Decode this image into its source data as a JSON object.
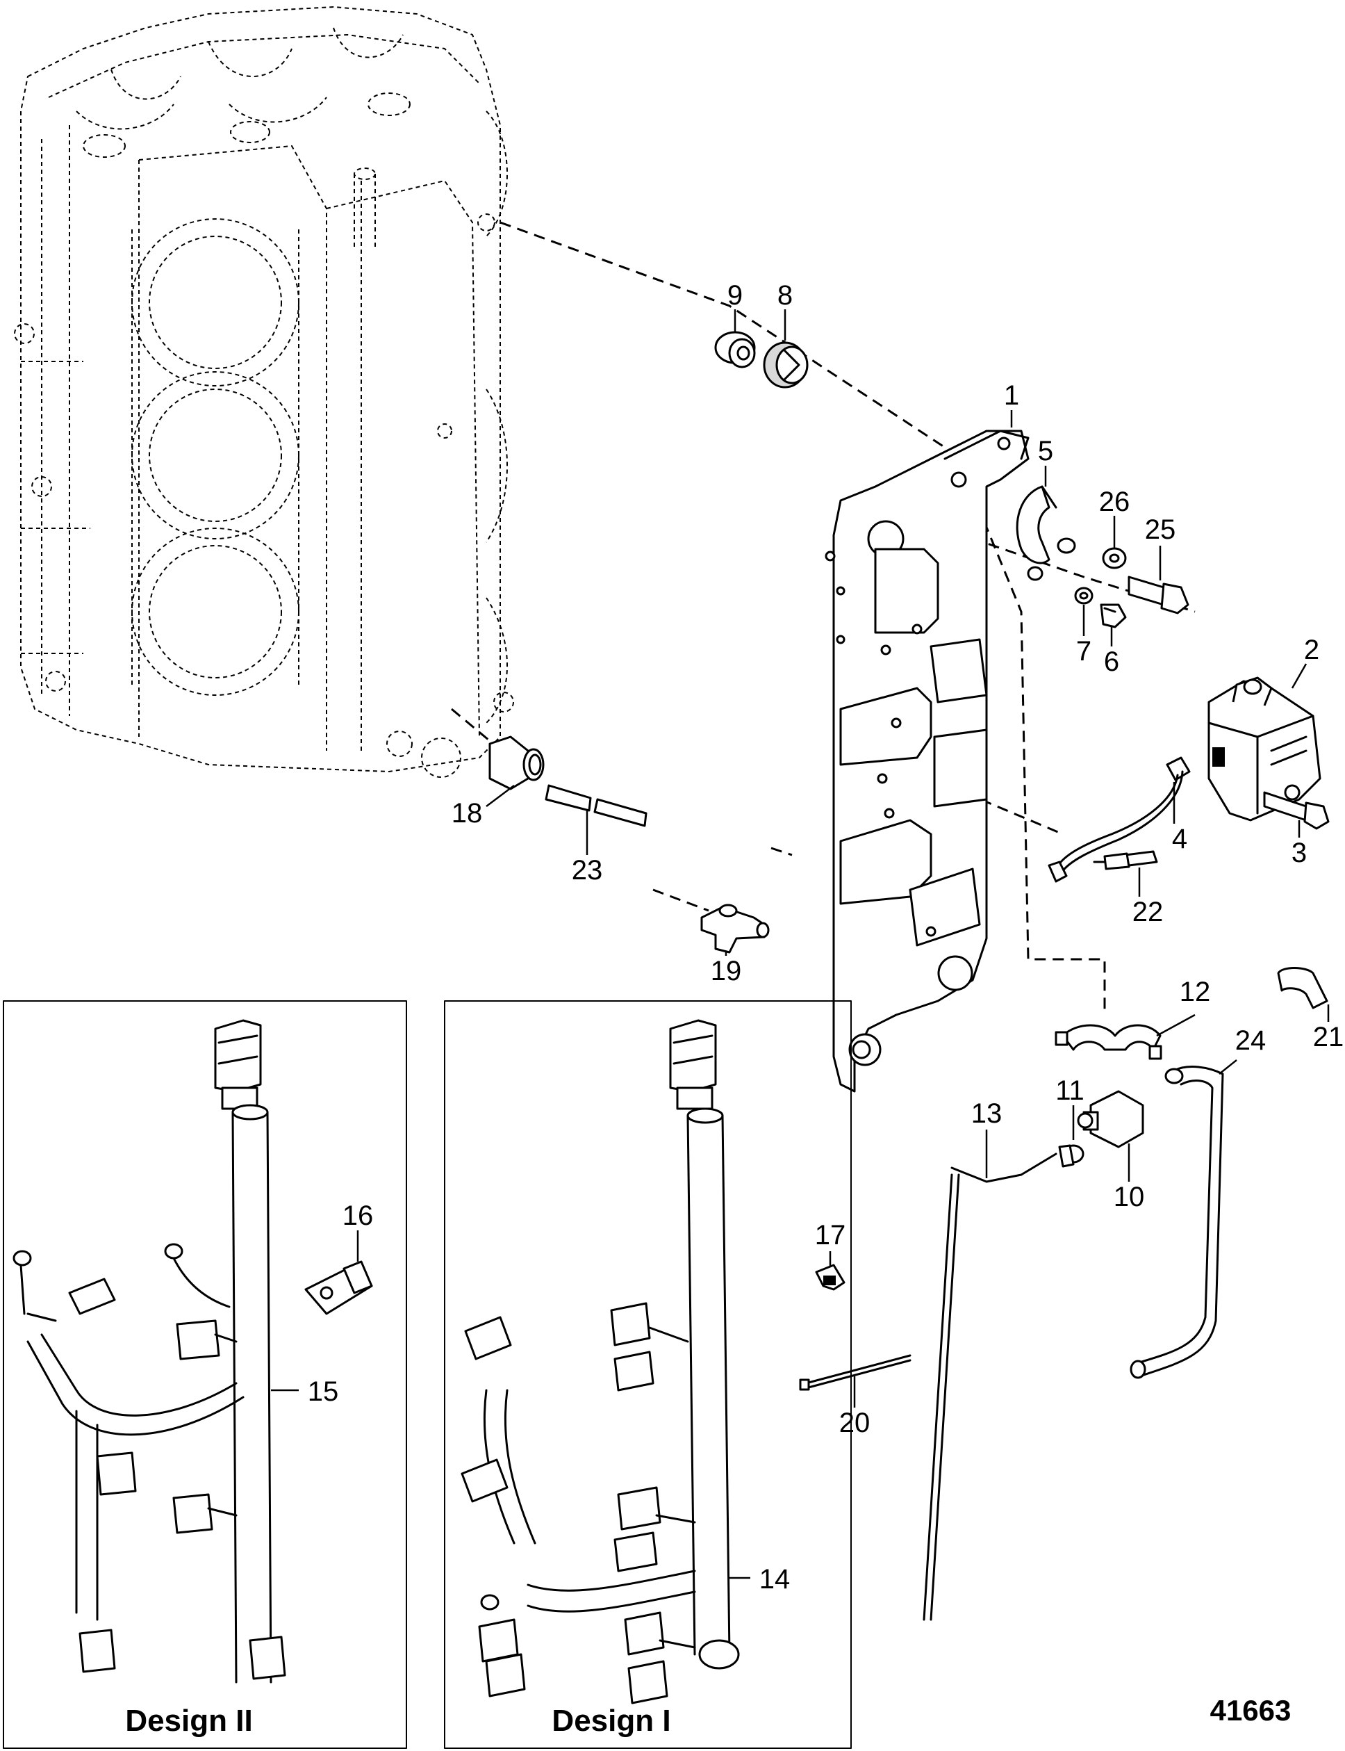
{
  "figure_id": "41663",
  "panels": {
    "left": {
      "caption": "Design II"
    },
    "right": {
      "caption": "Design I"
    }
  },
  "callouts": [
    {
      "id": "c1",
      "label": "1"
    },
    {
      "id": "c2",
      "label": "2"
    },
    {
      "id": "c3",
      "label": "3"
    },
    {
      "id": "c4",
      "label": "4"
    },
    {
      "id": "c5",
      "label": "5"
    },
    {
      "id": "c6",
      "label": "6"
    },
    {
      "id": "c7",
      "label": "7"
    },
    {
      "id": "c8",
      "label": "8"
    },
    {
      "id": "c9",
      "label": "9"
    },
    {
      "id": "c10",
      "label": "10"
    },
    {
      "id": "c11",
      "label": "11"
    },
    {
      "id": "c12",
      "label": "12"
    },
    {
      "id": "c13",
      "label": "13"
    },
    {
      "id": "c14",
      "label": "14"
    },
    {
      "id": "c15",
      "label": "15"
    },
    {
      "id": "c16",
      "label": "16"
    },
    {
      "id": "c17",
      "label": "17"
    },
    {
      "id": "c18",
      "label": "18"
    },
    {
      "id": "c19",
      "label": "19"
    },
    {
      "id": "c20",
      "label": "20"
    },
    {
      "id": "c21",
      "label": "21"
    },
    {
      "id": "c22",
      "label": "22"
    },
    {
      "id": "c23",
      "label": "23"
    },
    {
      "id": "c24",
      "label": "24"
    },
    {
      "id": "c25",
      "label": "25"
    },
    {
      "id": "c26",
      "label": "26"
    }
  ]
}
